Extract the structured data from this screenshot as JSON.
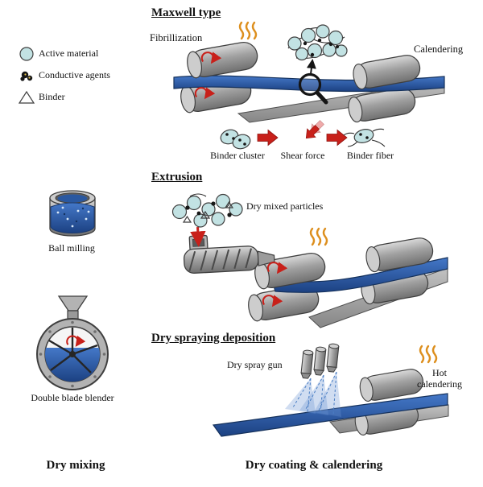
{
  "legend": {
    "items": [
      {
        "label": "Active material",
        "icon": "active-material-icon"
      },
      {
        "label": "Conductive agents",
        "icon": "conductive-agents-icon"
      },
      {
        "label": "Binder",
        "icon": "binder-icon"
      }
    ]
  },
  "sections": {
    "maxwell": {
      "title": "Maxwell type",
      "labels": {
        "fibrillization": "Fibrillization",
        "calendering": "Calendering",
        "binder_cluster": "Binder cluster",
        "shear_force": "Shear force",
        "binder_fiber": "Binder fiber"
      }
    },
    "extrusion": {
      "title": "Extrusion",
      "labels": {
        "dry_mixed_particles": "Dry mixed particles"
      }
    },
    "spraying": {
      "title": "Dry spraying deposition",
      "labels": {
        "dry_spray_gun": "Dry spray gun",
        "hot_calendering": "Hot calendering"
      }
    },
    "dry_mixing": {
      "labels": {
        "ball_milling": "Ball milling",
        "double_blade_blender": "Double blade blender"
      },
      "footer": "Dry mixing"
    },
    "coating_footer": "Dry coating & calendering"
  },
  "colors": {
    "film_blue": "#2a58a8",
    "roller_gray": "#a6a6a6",
    "active_material_fill": "#c2e2e3",
    "heat_orange": "#dd8f1e",
    "arrow_red": "#c8201a"
  }
}
